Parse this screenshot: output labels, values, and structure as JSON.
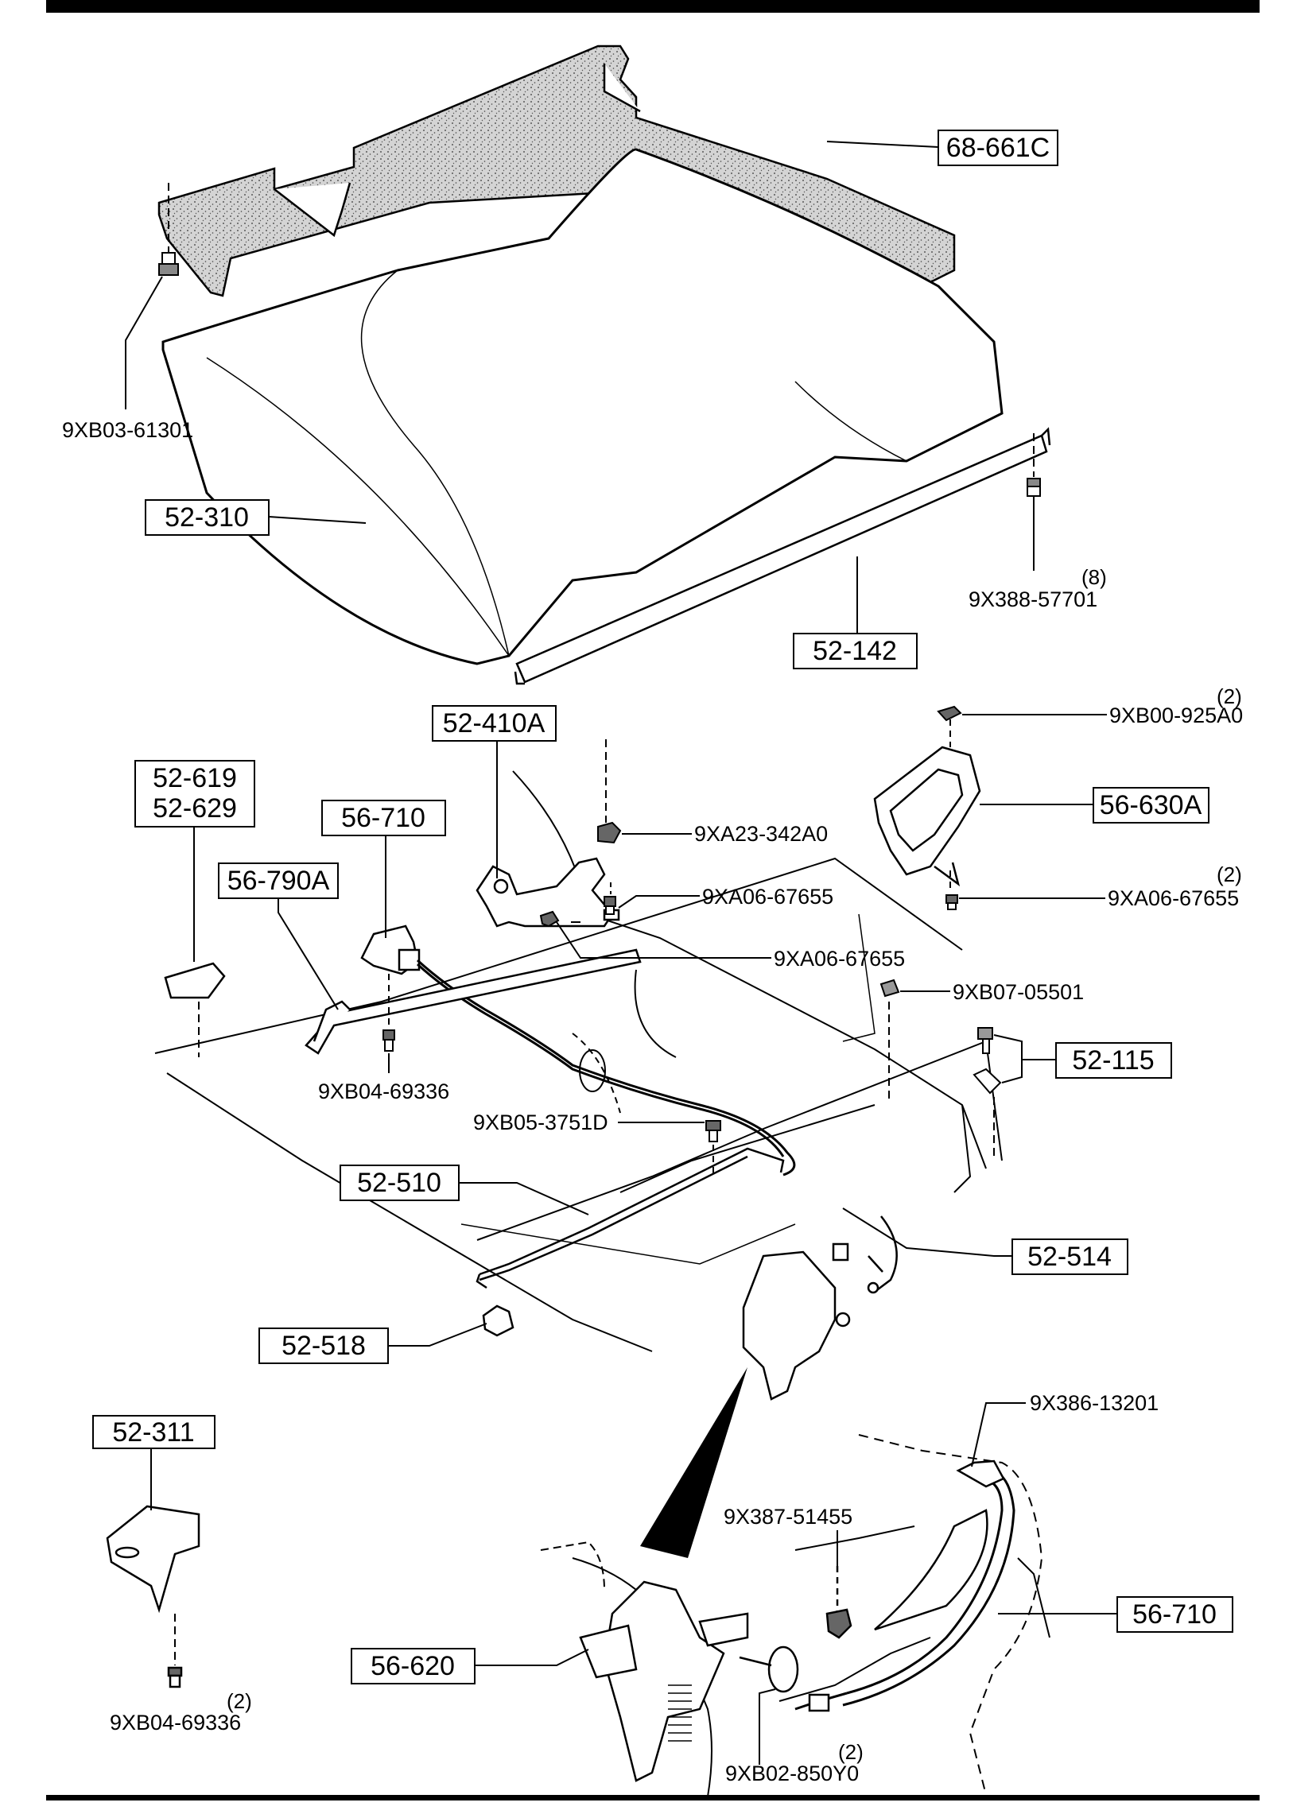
{
  "boxed_parts": {
    "p68_661C": "68-661C",
    "p52_310": "52-310",
    "p52_142": "52-142",
    "p52_410A": "52-410A",
    "p52_619": "52-619",
    "p52_629": "52-629",
    "p56_710_top": "56-710",
    "p56_790A": "56-790A",
    "p56_630A": "56-630A",
    "p52_115": "52-115",
    "p52_510": "52-510",
    "p52_514": "52-514",
    "p52_518": "52-518",
    "p52_311": "52-311",
    "p56_620": "56-620",
    "p56_710_bottom": "56-710"
  },
  "fastener_parts": {
    "f9XB03_61301": "9XB03-61301",
    "f9X388_57701": "9X388-57701",
    "f9X388_57701_qty": "(8)",
    "f9XB00_925A0": "9XB00-925A0",
    "f9XB00_925A0_qty": "(2)",
    "f9XA23_342A0": "9XA23-342A0",
    "f9XA06_67655_a": "9XA06-67655",
    "f9XA06_67655_b": "9XA06-67655",
    "f9XA06_67655_c": "9XA06-67655",
    "f9XA06_67655_c_qty": "(2)",
    "f9XB07_05501": "9XB07-05501",
    "f9XB04_69336_a": "9XB04-69336",
    "f9XB05_3751D": "9XB05-3751D",
    "f9X386_13201": "9X386-13201",
    "f9X387_51455": "9X387-51455",
    "f9XB04_69336_b": "9XB04-69336",
    "f9XB04_69336_b_qty": "(2)",
    "f9XB02_850Y0": "9XB02-850Y0",
    "f9XB02_850Y0_qty": "(2)"
  }
}
